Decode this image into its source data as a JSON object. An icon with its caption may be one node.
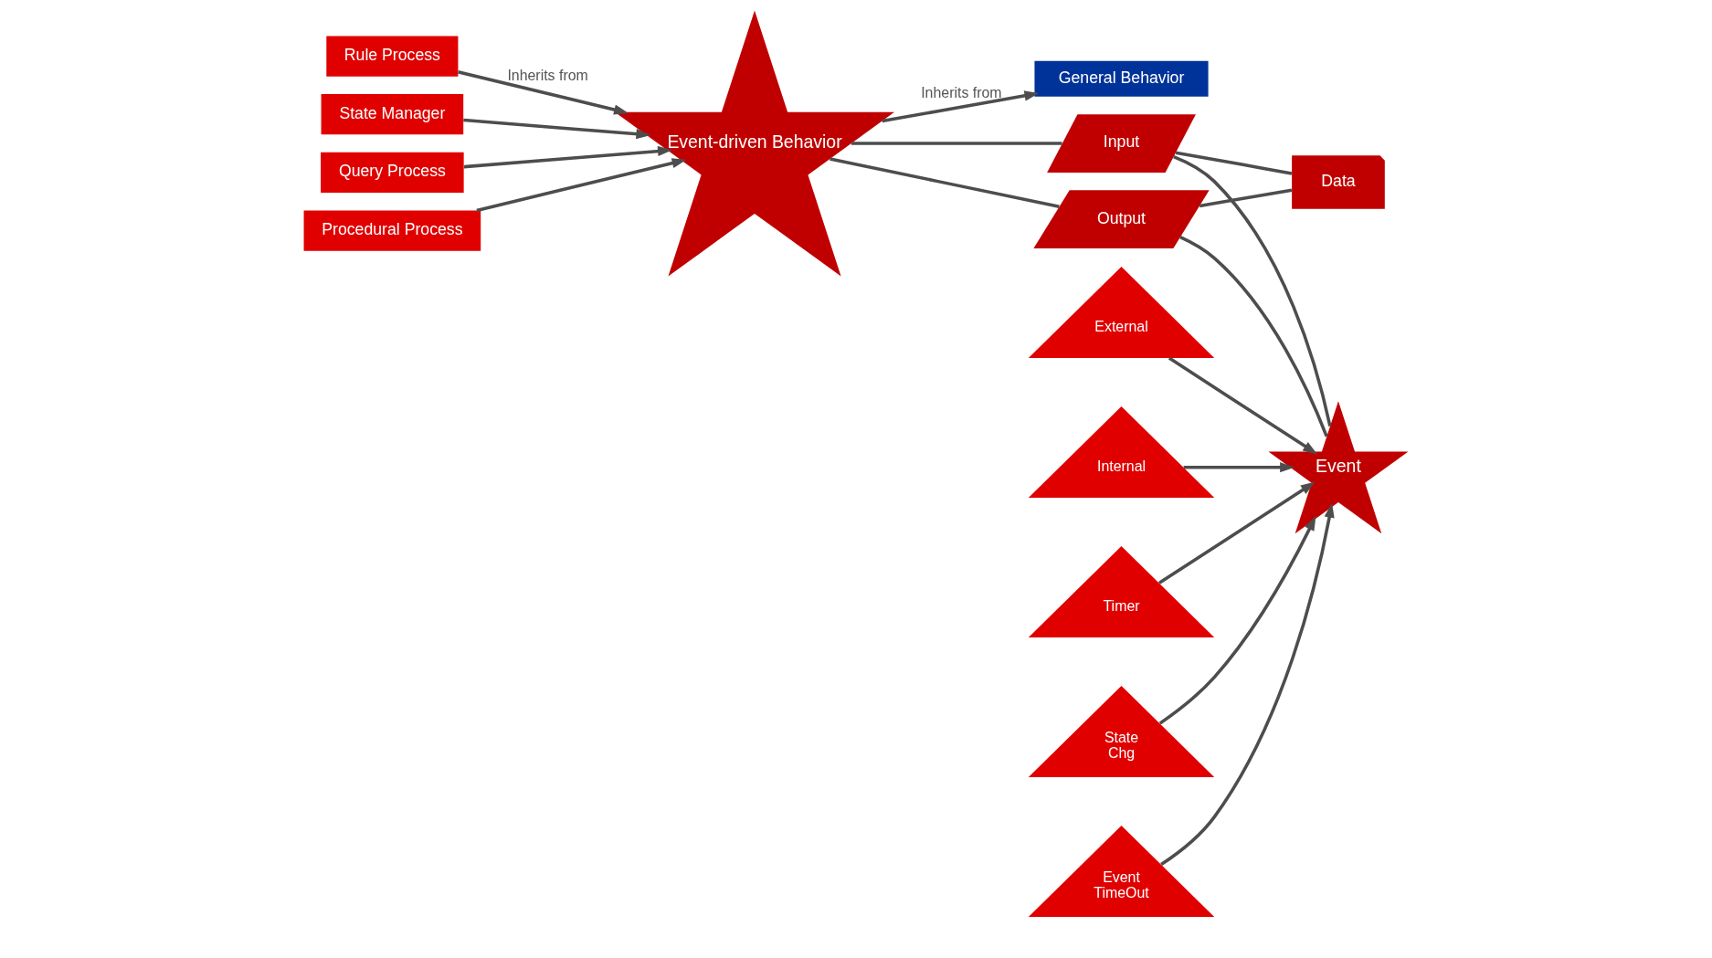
{
  "diagram": {
    "nodes": [
      {
        "text": [
          "General Behavior"
        ]
      },
      {
        "text": [
          "Event-driven Behavior"
        ]
      },
      {
        "text": [
          "Input"
        ]
      },
      {
        "text": [
          "Output"
        ]
      },
      {
        "text": [
          "Event"
        ]
      },
      {
        "text": [
          "Data"
        ]
      },
      {
        "text": [
          "External"
        ]
      },
      {
        "text": [
          "Internal"
        ]
      },
      {
        "text": [
          "Timer"
        ]
      },
      {
        "text": [
          "State Chg"
        ]
      },
      {
        "text": [
          "Event TimeOut"
        ]
      },
      {
        "text": [
          "Rule Process"
        ]
      },
      {
        "text": [
          "State Manager"
        ]
      },
      {
        "text": [
          "Query Process"
        ]
      },
      {
        "text": [
          "Procedural Process"
        ]
      }
    ],
    "edges": [
      {
        "from": 1,
        "to": 0,
        "arrow": "to",
        "label": "Inherits from"
      },
      {
        "from": 11,
        "to": 1,
        "arrow": "to",
        "label": "Inherits from"
      },
      {
        "from": 12,
        "to": 1,
        "arrow": "to"
      },
      {
        "from": 13,
        "to": 1,
        "arrow": "to"
      },
      {
        "from": 14,
        "to": 1,
        "arrow": "to"
      },
      {
        "from": 1,
        "to": 2,
        "arrow": "none"
      },
      {
        "from": 1,
        "to": 3,
        "arrow": "none"
      },
      {
        "from": 2,
        "to": 4,
        "arrow": "none"
      },
      {
        "from": 2,
        "to": 5,
        "arrow": "none"
      },
      {
        "from": 3,
        "to": 4,
        "arrow": "none"
      },
      {
        "from": 3,
        "to": 5,
        "arrow": "none"
      },
      {
        "from": 6,
        "to": 4,
        "arrow": "to"
      },
      {
        "from": 7,
        "to": 4,
        "arrow": "to"
      },
      {
        "from": 8,
        "to": 4,
        "arrow": "to"
      },
      {
        "from": 9,
        "to": 4,
        "arrow": "to"
      },
      {
        "from": 10,
        "to": 4,
        "arrow": "to"
      }
    ]
  }
}
